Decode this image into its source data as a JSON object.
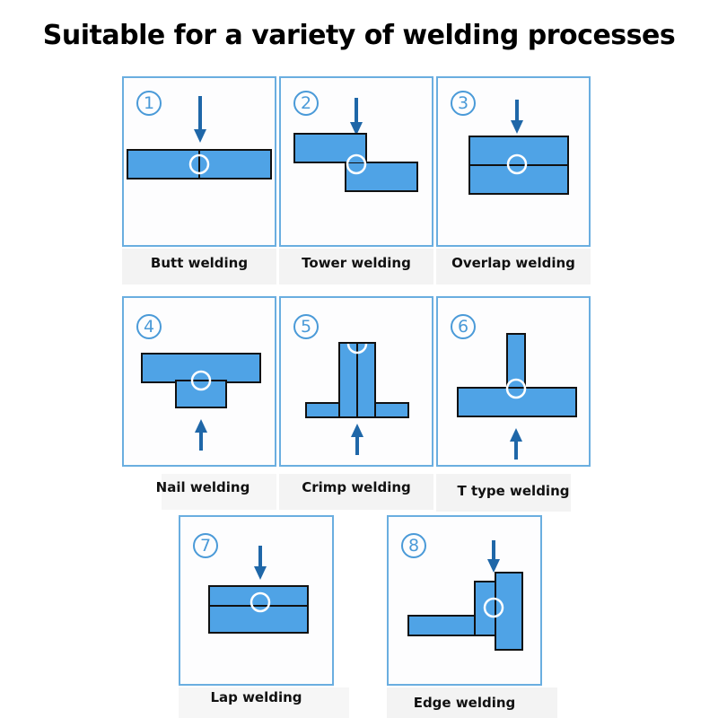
{
  "title": "Suitable for a variety of welding processes",
  "colors": {
    "plate_fill": "#4fa3e6",
    "plate_outline": "#111111",
    "arrow": "#1f67a8",
    "panel_border": "#6aaee0",
    "number_color": "#4a9ad8",
    "weld_circle": "#ffffff"
  },
  "processes": [
    {
      "number": "1",
      "label": "Butt welding",
      "arrow_direction": "down"
    },
    {
      "number": "2",
      "label": "Tower welding",
      "arrow_direction": "down"
    },
    {
      "number": "3",
      "label": "Overlap welding",
      "arrow_direction": "down"
    },
    {
      "number": "4",
      "label": "Nail welding",
      "arrow_direction": "up"
    },
    {
      "number": "5",
      "label": "Crimp welding",
      "arrow_direction": "up"
    },
    {
      "number": "6",
      "label": "T type welding",
      "arrow_direction": "up"
    },
    {
      "number": "7",
      "label": "Lap welding",
      "arrow_direction": "down"
    },
    {
      "number": "8",
      "label": "Edge welding",
      "arrow_direction": "down"
    }
  ]
}
